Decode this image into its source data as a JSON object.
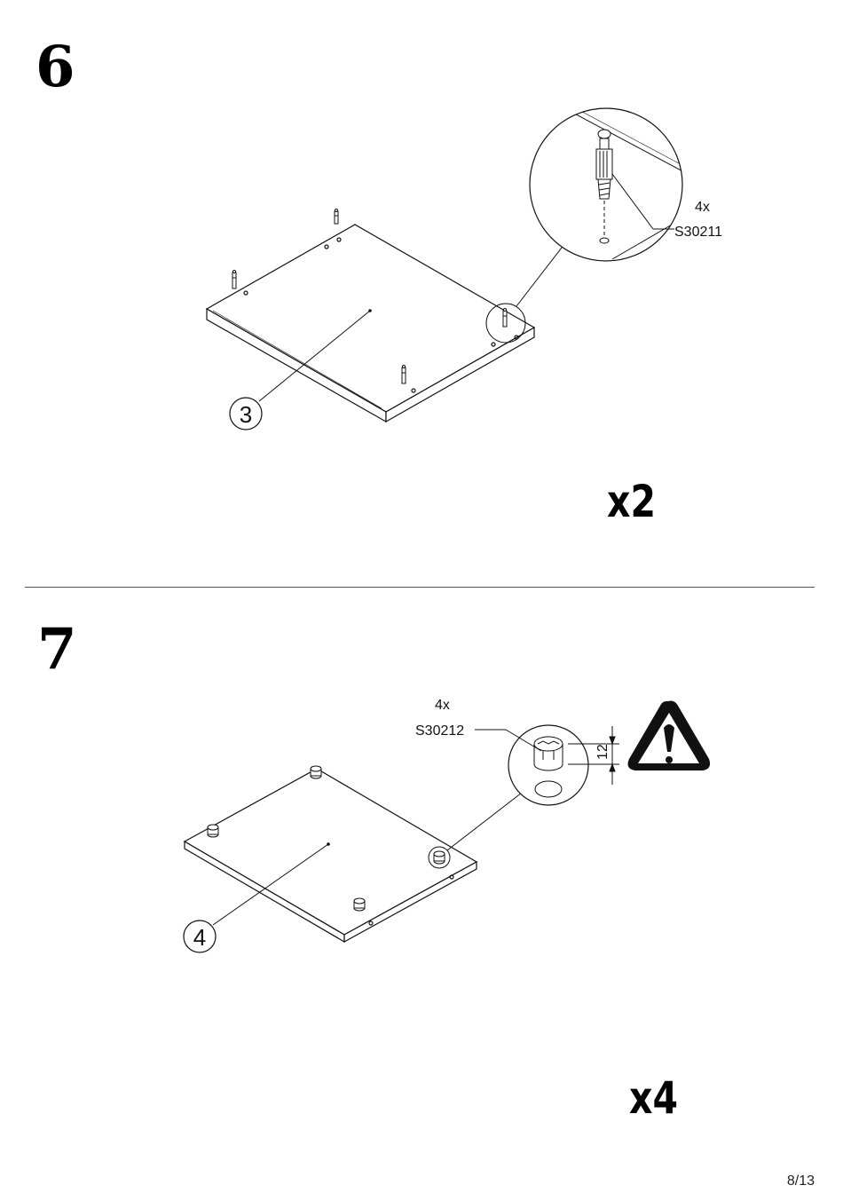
{
  "steps": [
    {
      "number": "6",
      "part_number": "3",
      "hardware": {
        "quantity": "4x",
        "code": "S30211"
      },
      "multiplier": "x2"
    },
    {
      "number": "7",
      "part_number": "4",
      "hardware": {
        "quantity": "4x",
        "code": "S30212"
      },
      "dimension": "12",
      "multiplier": "x4"
    }
  ],
  "page": "8/13"
}
